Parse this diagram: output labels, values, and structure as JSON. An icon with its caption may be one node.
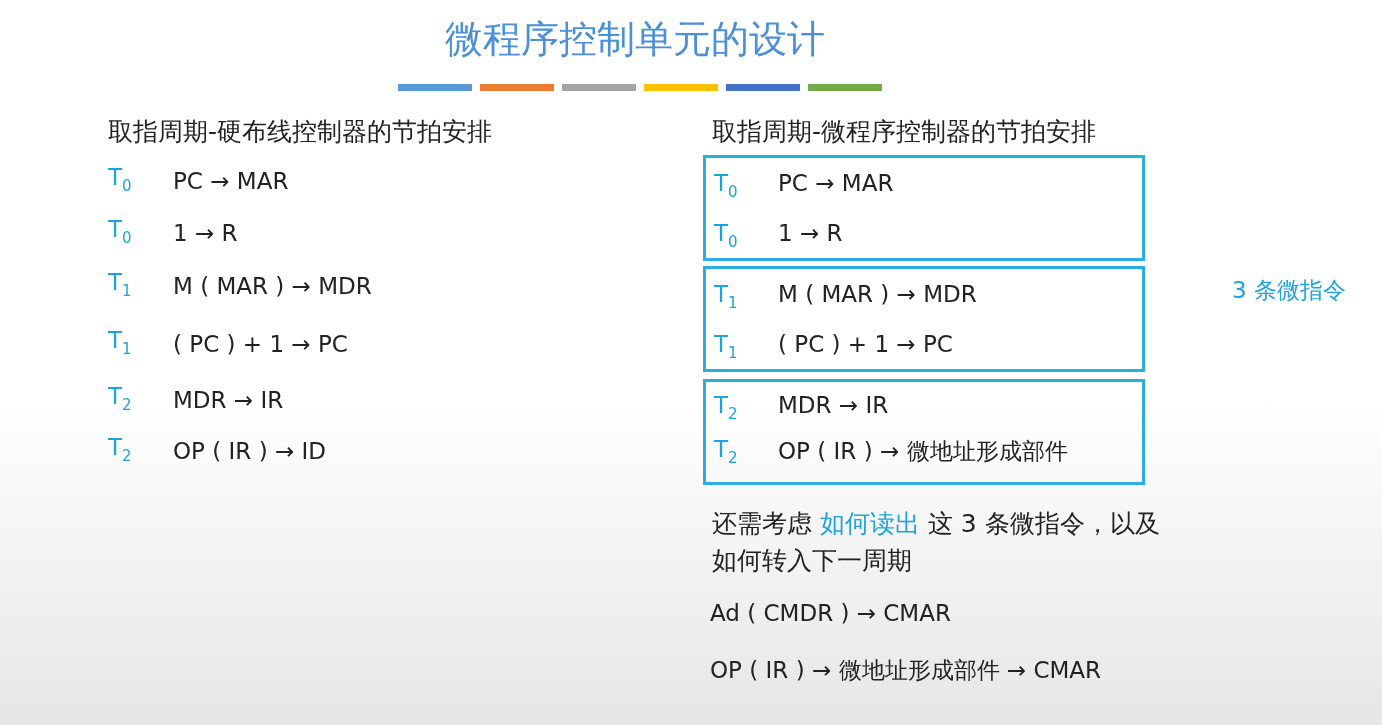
{
  "diagram": {
    "title": "微程序控制单元的设计",
    "nodes": [
      {
        "text": [
          "T$_{0}$",
          "PC → MAR",
          "T$_{0}$",
          "1 → R"
        ]
      },
      {
        "text": [
          "T$_{1}$",
          "M ( MAR ) → MDR",
          "T$_{1}$",
          "( PC ) + 1 → PC"
        ]
      },
      {
        "text": [
          "T$_{2}$",
          "MDR → IR",
          "T$_{2}$",
          "OP ( IR ) → 微地址形成部件"
        ]
      }
    ],
    "labels": [
      "取指周期-硬布线控制器的节拍安排",
      "T$_{0}$",
      "PC → MAR",
      "T$_{0}$",
      "1 → R",
      "T$_{1}$",
      "M ( MAR ) → MDR",
      "T$_{1}$",
      "( PC ) + 1 → PC",
      "T$_{2}$",
      "MDR → IR",
      "T$_{2}$",
      "OP ( IR ) → ID",
      "取指周期-微程序控制器的节拍安排",
      "3 条微指令",
      "还需考虑 **如何读出** 这 3 条微指令，以及如何转入下一周期",
      "Ad ( CMDR ) → CMAR",
      "OP ( IR ) → 微地址形成部件 → CMAR"
    ]
  }
}
